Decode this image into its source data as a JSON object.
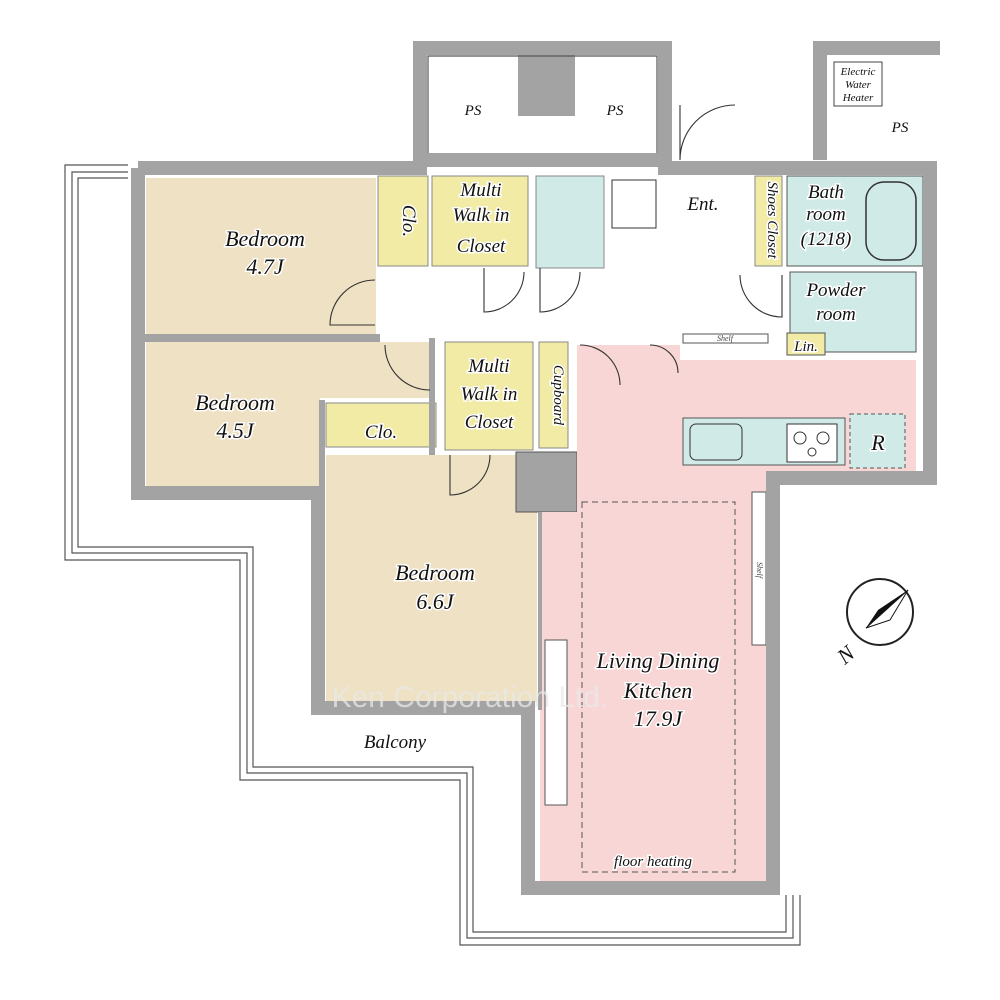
{
  "colors": {
    "bedroom": "#efe1c3",
    "closet": "#f1eba6",
    "wet": "#cfeae7",
    "ldk": "#f9d6d6",
    "wall": "#a3a3a3"
  },
  "rooms": {
    "bedroom1": {
      "name": "Bedroom",
      "size": "4.7J"
    },
    "bedroom2": {
      "name": "Bedroom",
      "size": "4.5J"
    },
    "bedroom3": {
      "name": "Bedroom",
      "size": "6.6J"
    },
    "clo1": "Clo.",
    "clo2": "Clo.",
    "wic1": {
      "l1": "Multi",
      "l2": "Walk in",
      "l3": "Closet"
    },
    "wic2": {
      "l1": "Multi",
      "l2": "Walk in",
      "l3": "Closet"
    },
    "cupboard": "Cupboard",
    "entrance": "Ent.",
    "shoes_closet": "Shoes Closet",
    "bath": {
      "l1": "Bath",
      "l2": "room",
      "l3": "(1218)"
    },
    "powder": {
      "l1": "Powder",
      "l2": "room"
    },
    "linen": "Lin.",
    "shelf1": "Shelf",
    "shelf2": "Shelf",
    "fridge": "R",
    "ldk": {
      "l1": "Living Dining",
      "l2": "Kitchen",
      "l3": "17.9J",
      "note": "floor heating"
    },
    "balcony": "Balcony",
    "ps1": "PS",
    "ps2": "PS",
    "ps3": "PS",
    "water_heater": {
      "l1": "Electric",
      "l2": "Water",
      "l3": "Heater"
    }
  },
  "compass": "N",
  "watermark": "Ken Corporation Ltd."
}
